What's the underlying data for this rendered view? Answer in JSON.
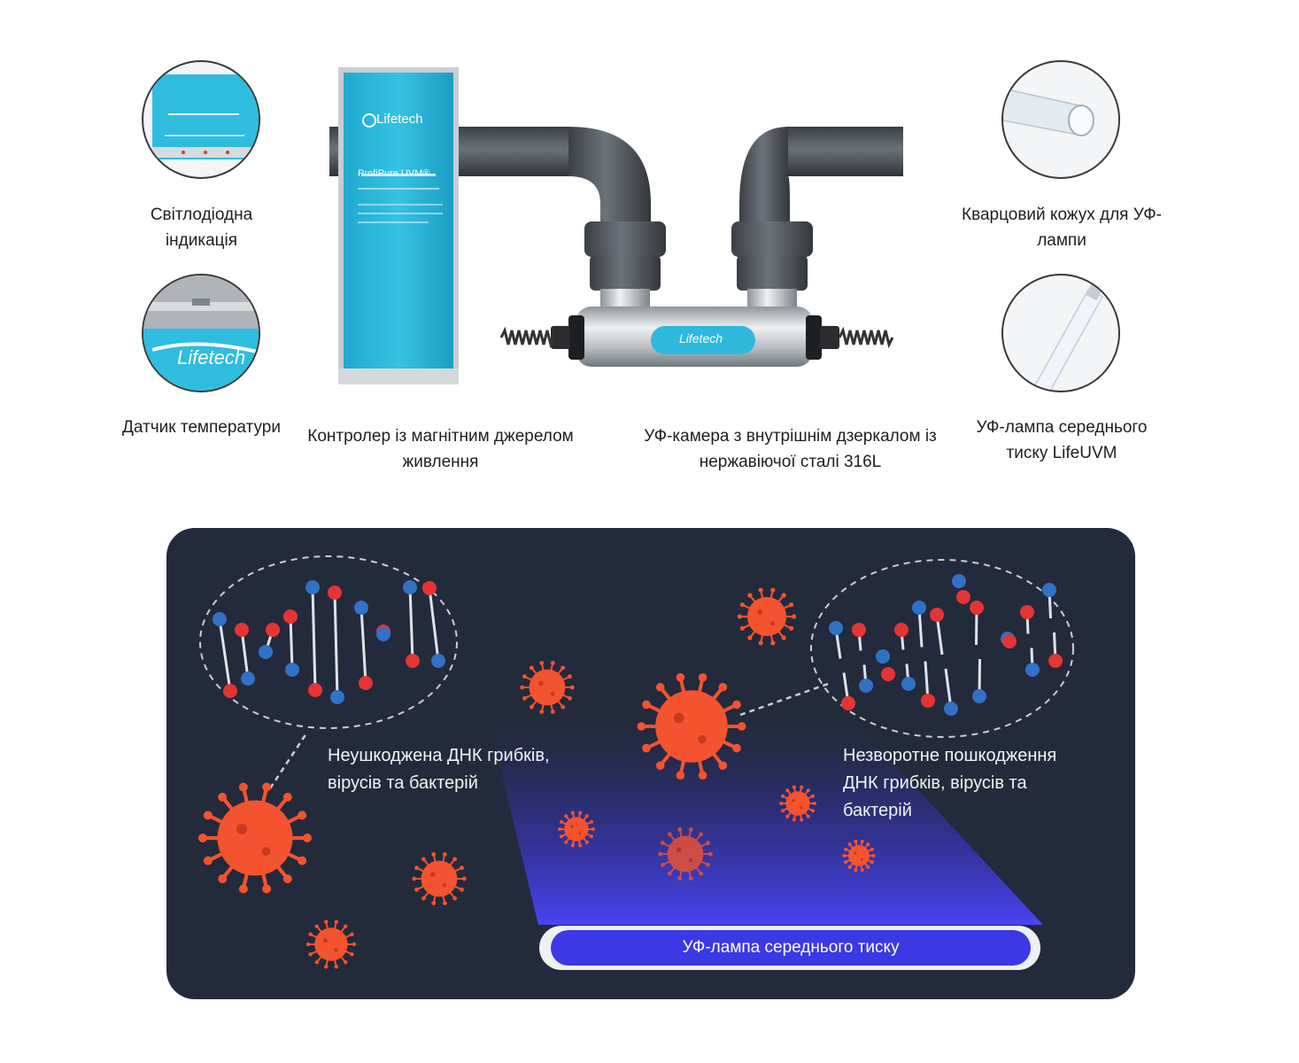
{
  "captions": {
    "led": "Світлодіодна індикація",
    "temp_sensor": "Датчик температури",
    "controller": "Контролер із магнітним джерелом живлення",
    "uv_chamber": "УФ-камера з внутрішнім дзеркалом із нержавіючої сталі 316L",
    "quartz": "Кварцовий кожух для УФ-лампи",
    "lamp": "УФ-лампа середнього тиску LifeUVM"
  },
  "product": {
    "brand": "Lifetech",
    "model": "ProfiPure UVM®"
  },
  "diagram": {
    "intact_dna": "Неушкоджена ДНК грибків, вірусів та бактерій",
    "damaged_dna": "Незворотне пошкодження ДНК грибків, вірусів та бактерій",
    "lamp_label": "УФ-лампа середнього тиску"
  },
  "colors": {
    "panel_bg": "#232a3b",
    "virus": "#f4532f",
    "dna_red": "#e63434",
    "dna_blue": "#2f72c6",
    "lamp": "#3b38e6",
    "controller": "#29b6d9"
  }
}
